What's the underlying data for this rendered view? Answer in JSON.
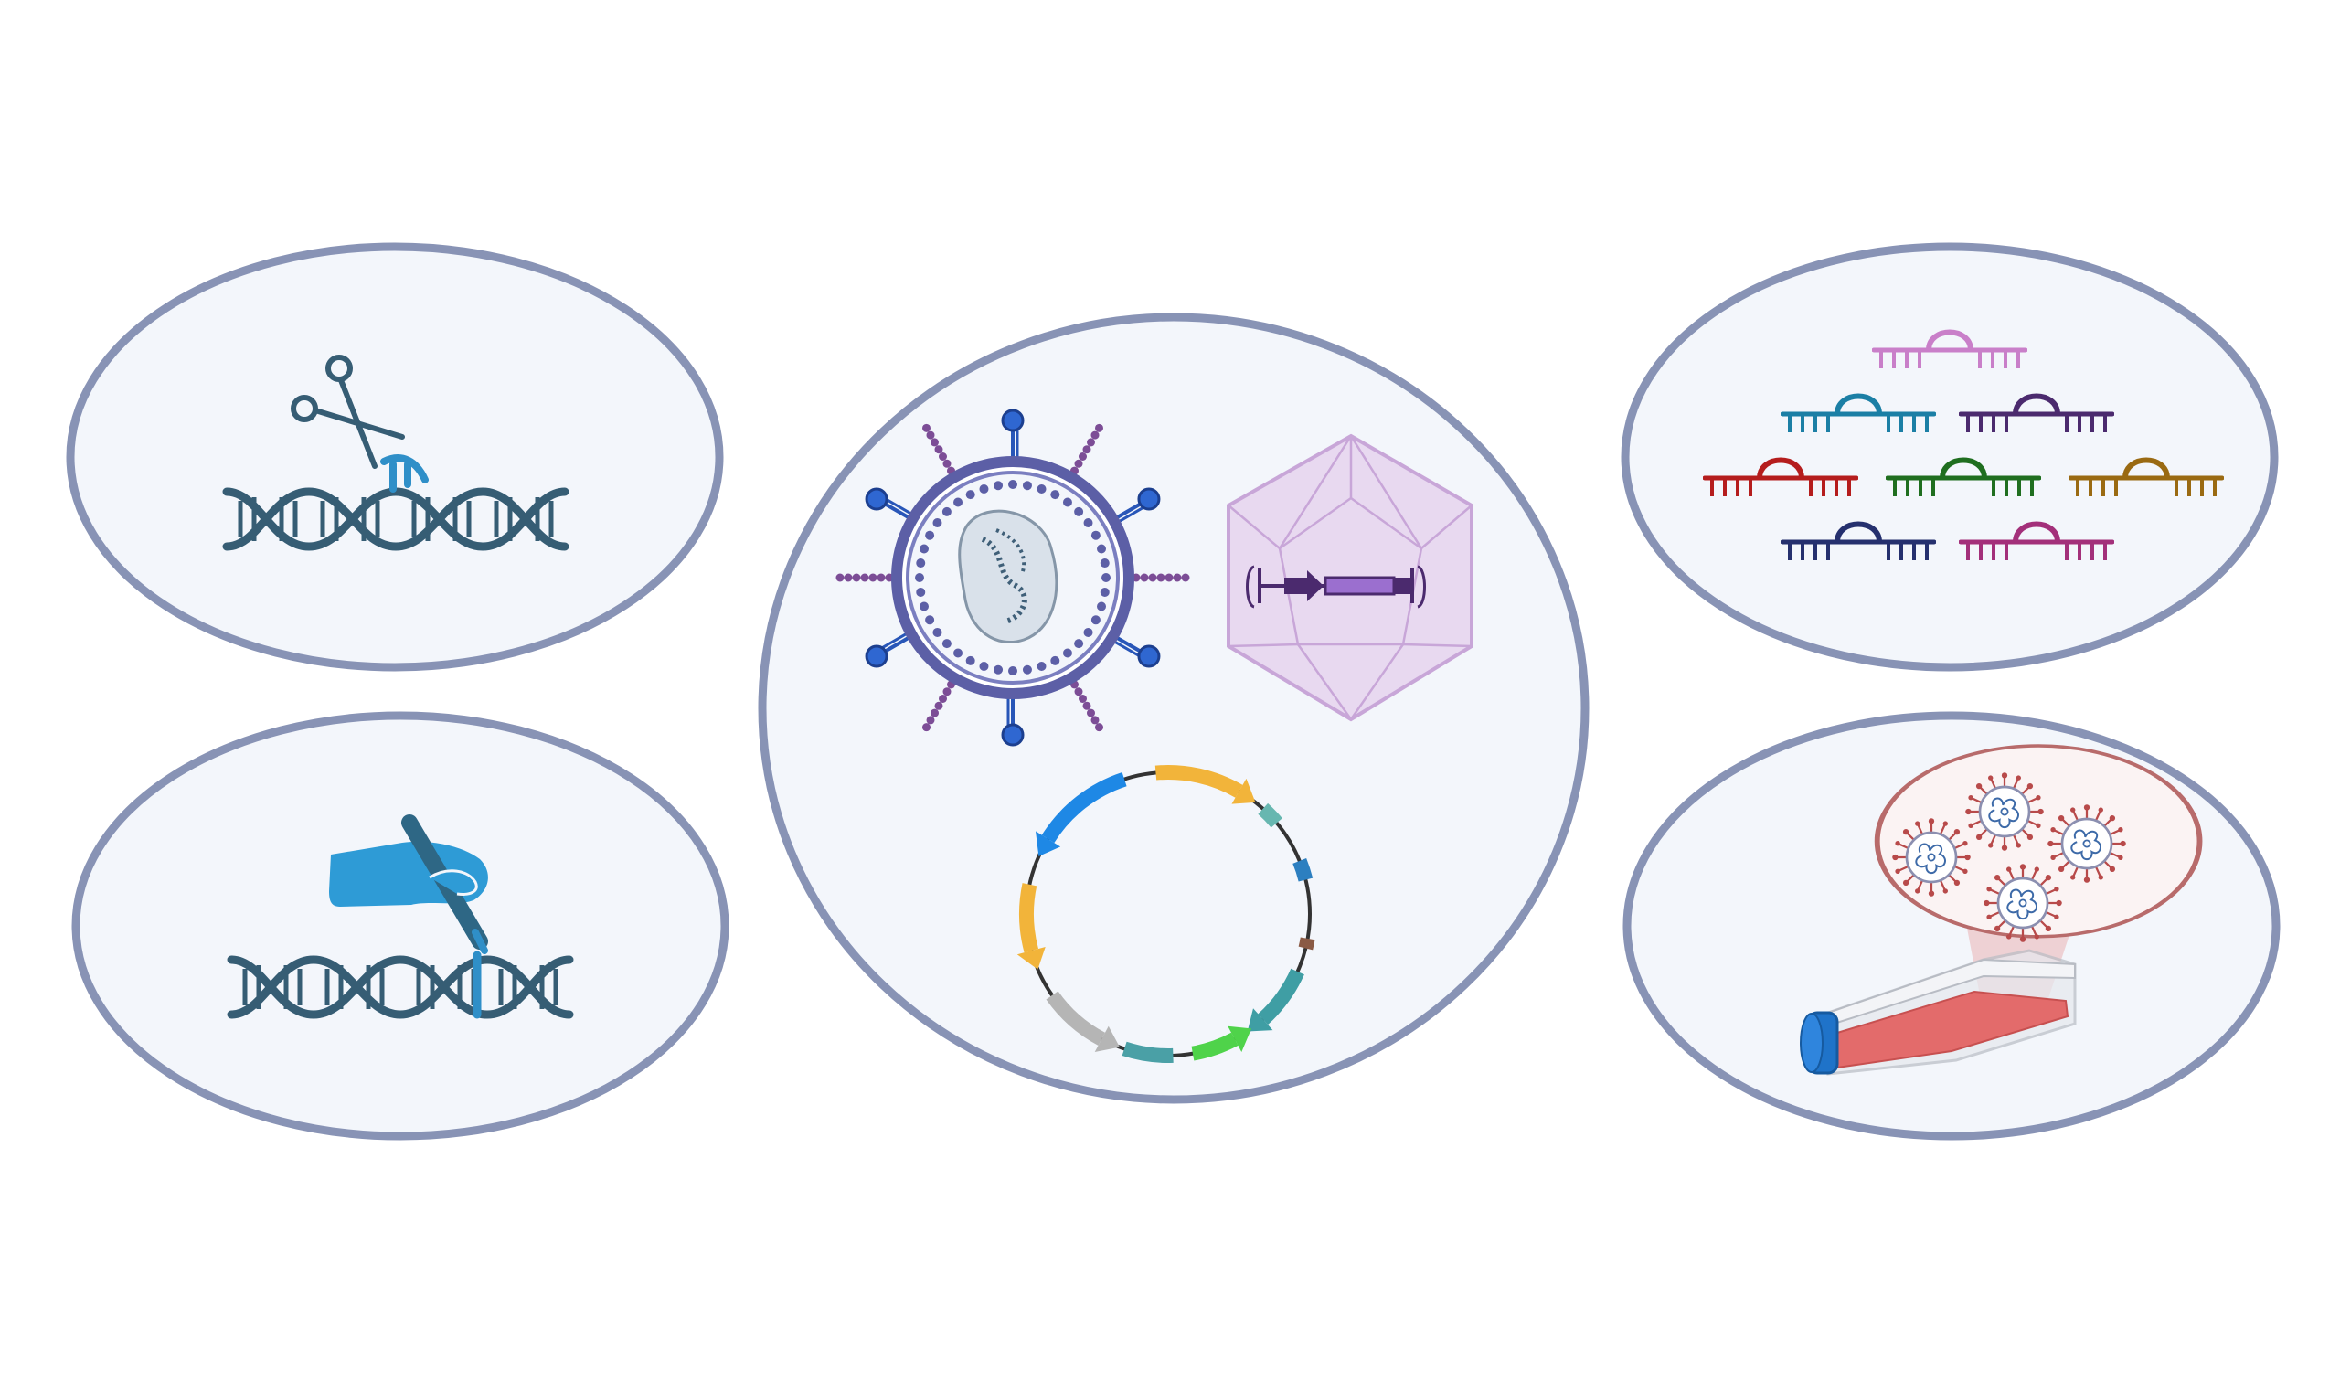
{
  "palette": {
    "background": "#ffffff",
    "oval_fill": "#f3f6fb",
    "oval_stroke": "#8893b5",
    "dna": "#365d74",
    "dna_highlight": "#2f8fc8",
    "hand": "#2e9bd6",
    "virus_membrane": "#5c5fa6",
    "virus_spike": "#2856b8",
    "virus_lipid": "#7c4d96",
    "capsid": "#c8a6d8",
    "flask_liquid": "#e36b6b",
    "flask_cap": "#1f73c9",
    "zoom_bubble": "#b86b6b",
    "coronavirus_spike": "#b84a4a"
  },
  "panels": [
    {
      "id": "crispr-cutting",
      "icons": [
        "scissors-icon",
        "dna-helix-icon"
      ]
    },
    {
      "id": "gene-editing",
      "icons": [
        "hand-pen-icon",
        "dna-helix-icon"
      ]
    },
    {
      "id": "delivery-vectors",
      "icons": [
        "enveloped-virus-icon",
        "aav-capsid-icon",
        "plasmid-icon"
      ]
    },
    {
      "id": "guide-rna-library",
      "icons": [
        "rna-hairpin-icon"
      ]
    },
    {
      "id": "cell-culture-infection",
      "icons": [
        "culture-flask-icon",
        "coronavirus-icon"
      ]
    }
  ],
  "rna_colors": [
    "#c97fc9",
    "#1b7fa5",
    "#4b2a6e",
    "#b51d1d",
    "#1f6e1f",
    "#9a6a12",
    "#25306e",
    "#a3307a"
  ],
  "plasmid_segments": [
    {
      "name": "yellow-arrow-top",
      "color": "#f2b43a"
    },
    {
      "name": "teal-box",
      "color": "#67b7b0"
    },
    {
      "name": "blue-box",
      "color": "#2c7fc0"
    },
    {
      "name": "brown-box",
      "color": "#8a5a44"
    },
    {
      "name": "teal-arrow-right",
      "color": "#3f9ea4"
    },
    {
      "name": "green-arrow",
      "color": "#4fd34a"
    },
    {
      "name": "teal-bar-bottom",
      "color": "#4aa0a6"
    },
    {
      "name": "gray-arrow",
      "color": "#b5b5b5"
    },
    {
      "name": "yellow-arrow-left",
      "color": "#f2b43a"
    },
    {
      "name": "blue-arrow-top",
      "color": "#1e88e5"
    }
  ]
}
